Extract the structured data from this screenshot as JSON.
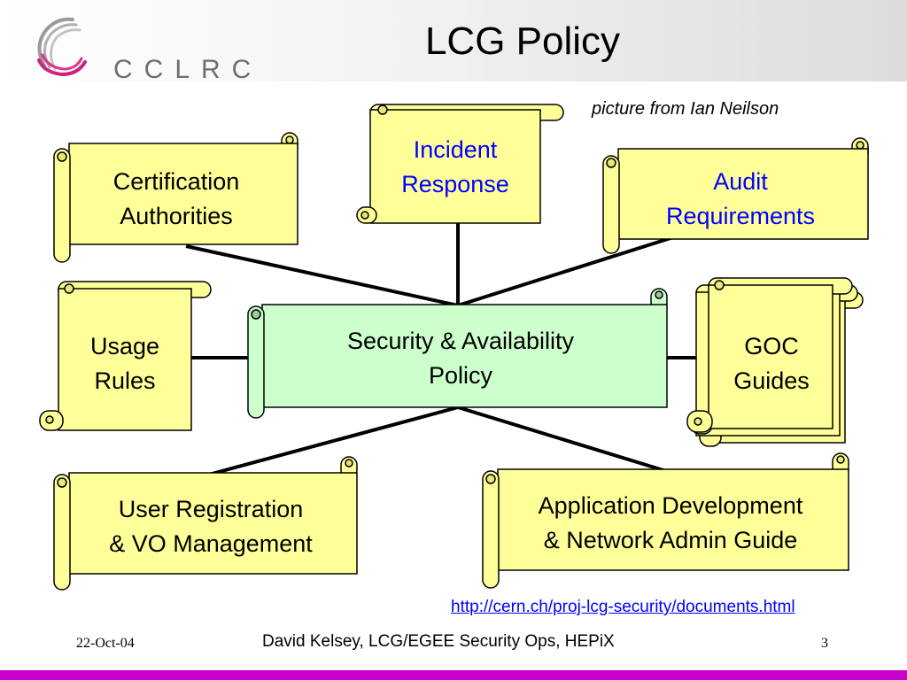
{
  "slide": {
    "title": "LCG Policy",
    "logo_text": "CCLRC",
    "credit": "picture from Ian Neilson",
    "link": "http://cern.ch/proj-lcg-security/documents.html",
    "footer": {
      "date": "22-Oct-04",
      "center": "David Kelsey, LCG/EGEE Security Ops, HEPiX",
      "page": "3"
    }
  },
  "nodes": {
    "center": {
      "line1": "Security & Availability",
      "line2": "Policy"
    },
    "incident": {
      "line1": "Incident",
      "line2": "Response"
    },
    "certification": {
      "line1": "Certification",
      "line2": "Authorities"
    },
    "audit": {
      "line1": "Audit",
      "line2": "Requirements"
    },
    "usage": {
      "line1": "Usage",
      "line2": "Rules"
    },
    "goc": {
      "line1": "GOC",
      "line2": "Guides"
    },
    "registration": {
      "line1": "User Registration",
      "line2": "& VO Management"
    },
    "appdev": {
      "line1": "Application Development",
      "line2": "& Network Admin Guide"
    }
  },
  "colors": {
    "scroll_fill": "#ffff99",
    "center_fill": "#ccffcc",
    "outline": "#000000",
    "highlight_text": "#0000ff",
    "footer_bar": "#cc00cc"
  }
}
